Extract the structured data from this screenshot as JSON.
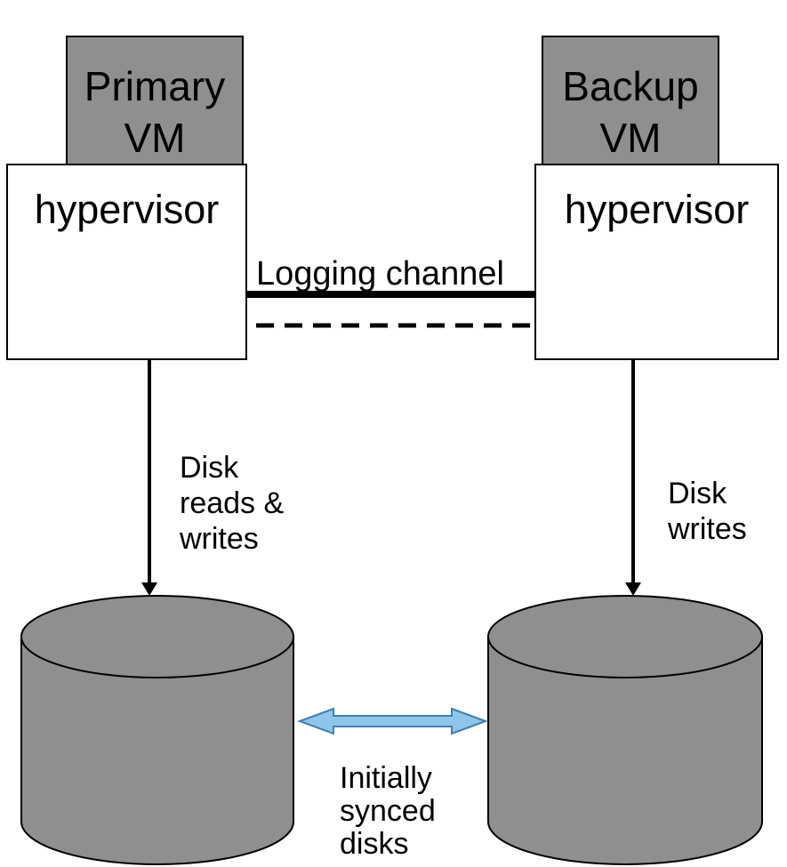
{
  "primary": {
    "vm_lines": [
      "Primary",
      "VM"
    ],
    "hypervisor_label": "hypervisor",
    "disk_label_lines": [
      "Disk",
      "reads &",
      "writes"
    ]
  },
  "backup": {
    "vm_lines": [
      "Backup",
      "VM"
    ],
    "hypervisor_label": "hypervisor",
    "disk_label_lines": [
      "Disk",
      "writes"
    ]
  },
  "logging_channel_label": "Logging channel",
  "sync_label_lines": [
    "Initially",
    "synced",
    "disks"
  ],
  "colors": {
    "vm_fill": "#8f8f8f",
    "disk_fill": "#8f8f8f",
    "sync_arrow_fill": "#8ec6ea",
    "sync_arrow_stroke": "#3f7fb0"
  }
}
